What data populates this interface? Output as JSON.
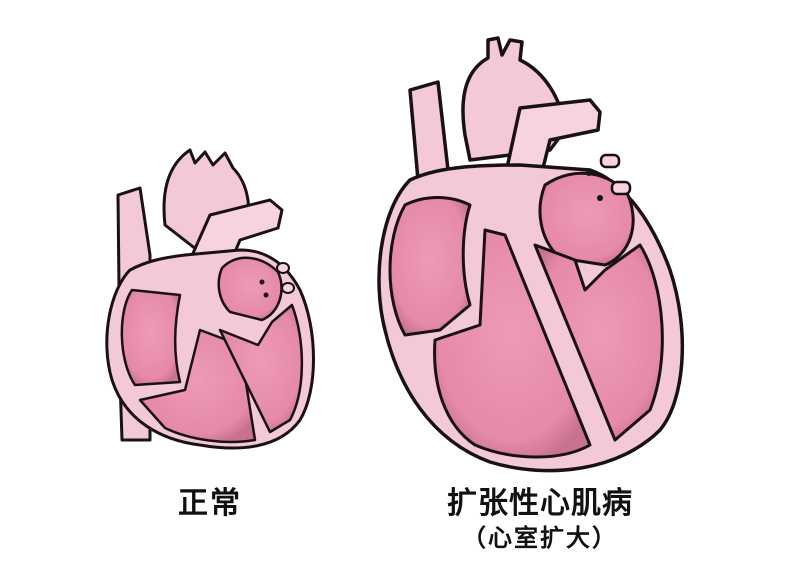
{
  "figure": {
    "type": "heart-comparison-illustration",
    "colors": {
      "background": "#ffffff",
      "tissue": "#f3c9d6",
      "chamber": "#e98fac",
      "chamber_shadow": "#c8728f",
      "outline": "#1a1113",
      "vessel_light": "#f6d3de"
    },
    "panels": [
      {
        "id": "normal",
        "label": "正常"
      },
      {
        "id": "dilated",
        "label": "扩张性心肌病",
        "sublabel": "（心室扩大）"
      }
    ]
  }
}
